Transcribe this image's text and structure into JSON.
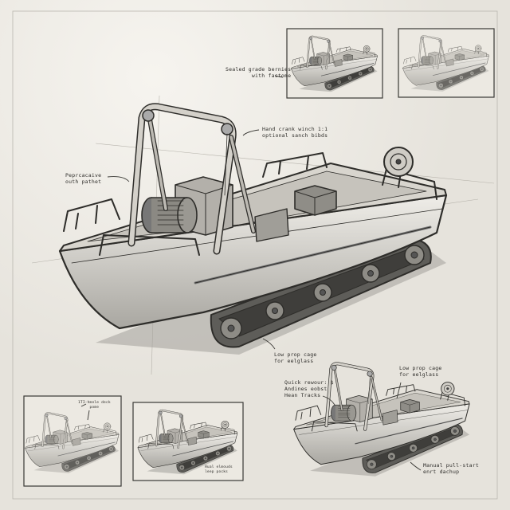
{
  "colors": {
    "paper": "#e9e6df",
    "ink": "#2e2d2a",
    "shade": "#9a9892"
  },
  "annotations": {
    "sealed": [
      "Sealed grade bernies",
      "with fastome"
    ],
    "winch": [
      "Hand crank winch 1:1",
      "optional sanch bibds"
    ],
    "pathet": [
      "Peprcacaive",
      "outh pathet"
    ],
    "cage_main": [
      "Low prop cage",
      "for eelglass"
    ],
    "cage_small": [
      "Low prop cage",
      "for eelglass"
    ],
    "quick": [
      "Quick rewour: $",
      "Andines eobst",
      "Hean Tracks"
    ],
    "pullstart": [
      "Manual pull-start",
      "enrt dachup"
    ],
    "deck": [
      "1TI-hmele deck",
      "pome"
    ],
    "hual": [
      "Hual elmouds",
      "leep pocks"
    ]
  }
}
